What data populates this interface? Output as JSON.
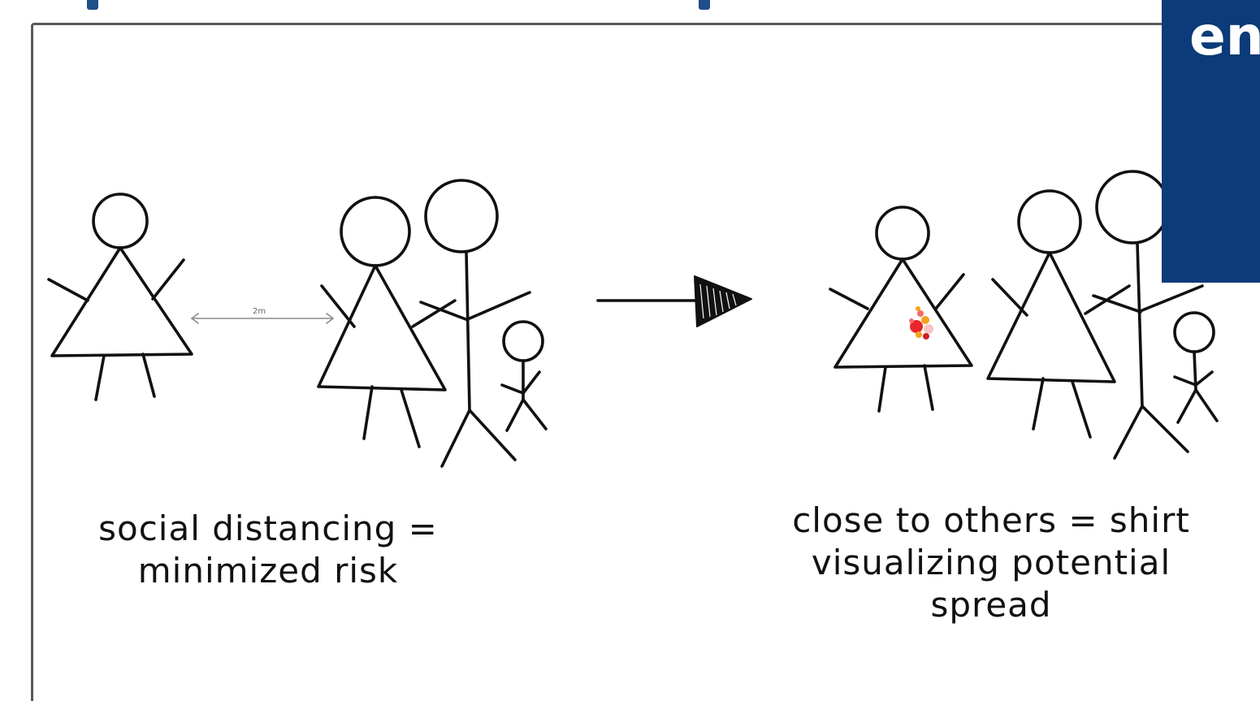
{
  "header": {
    "panel_text": "en"
  },
  "sketch": {
    "distance_label": "2m",
    "caption_left": "social distancing =\nminimized risk",
    "caption_right": "close to others = shirt\nvisualizing potential\nspread"
  },
  "colors": {
    "frame_border": "#5a5a5a",
    "panel_blue": "#0b3b78",
    "heading_blue": "#1f4e8a",
    "ink": "#111111",
    "spread_dots": [
      "#e8262b",
      "#f7a21b",
      "#f26b6b",
      "#f9c4c4",
      "#d41f26"
    ]
  }
}
